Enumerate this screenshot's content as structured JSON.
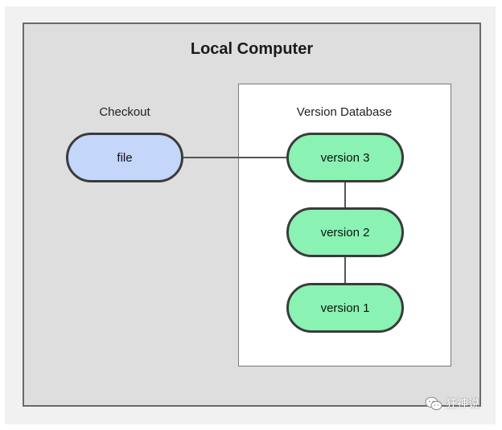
{
  "diagram": {
    "title": "Local Computer",
    "checkout_label": "Checkout",
    "database_label": "Version Database",
    "nodes": {
      "file": "file",
      "version_3": "version 3",
      "version_2": "version 2",
      "version_1": "version 1"
    },
    "colors": {
      "file_fill": "#c4d6fa",
      "version_fill": "#8af2b2",
      "outer_fill": "#dedede"
    }
  },
  "watermark": {
    "text": "狂神说",
    "icon": "wechat-icon"
  }
}
